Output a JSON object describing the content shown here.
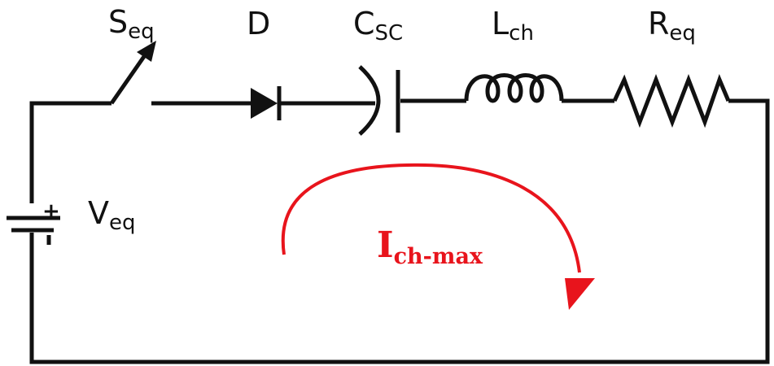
{
  "components": {
    "switch": {
      "symbol": "S",
      "subscript": "eq"
    },
    "diode": {
      "symbol": "D"
    },
    "capacitor": {
      "symbol": "C",
      "subscript": "SC"
    },
    "inductor": {
      "symbol": "L",
      "subscript": "ch"
    },
    "resistor": {
      "symbol": "R",
      "subscript": "eq"
    },
    "source": {
      "symbol": "V",
      "subscript": "eq",
      "plus": "+"
    }
  },
  "current": {
    "symbol": "I",
    "subscript": "ch-max",
    "color": "#e8141c"
  },
  "colors": {
    "wire": "#111111",
    "current_arrow": "#e8141c"
  }
}
